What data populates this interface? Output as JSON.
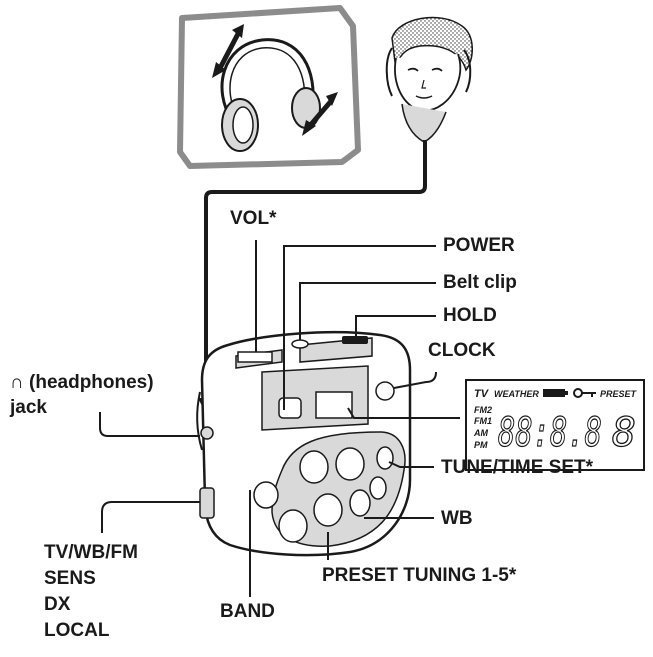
{
  "labels": {
    "vol": "VOL*",
    "power": "POWER",
    "belt_clip": "Belt clip",
    "hold": "HOLD",
    "clock": "CLOCK",
    "headphones_symbol": "∩",
    "headphones": "(headphones)",
    "jack": "jack",
    "tune_time_set": "TUNE/TIME SET*",
    "wb": "WB",
    "band_switch": [
      "TV/WB/FM",
      "SENS",
      "DX",
      "LOCAL"
    ],
    "preset_tuning": "PRESET TUNING 1-5*",
    "band": "BAND"
  },
  "display": {
    "top_tv": "TV",
    "top_weather": "WEATHER",
    "top_preset": "PRESET",
    "bands": [
      "FM2",
      "FM1",
      "AM",
      "PM"
    ],
    "digits": "88:8.8",
    "last_digit": "8"
  },
  "colors": {
    "ink": "#1a1a1a",
    "shade": "#d9d9d9",
    "inset_border": "#8c8c8c"
  }
}
